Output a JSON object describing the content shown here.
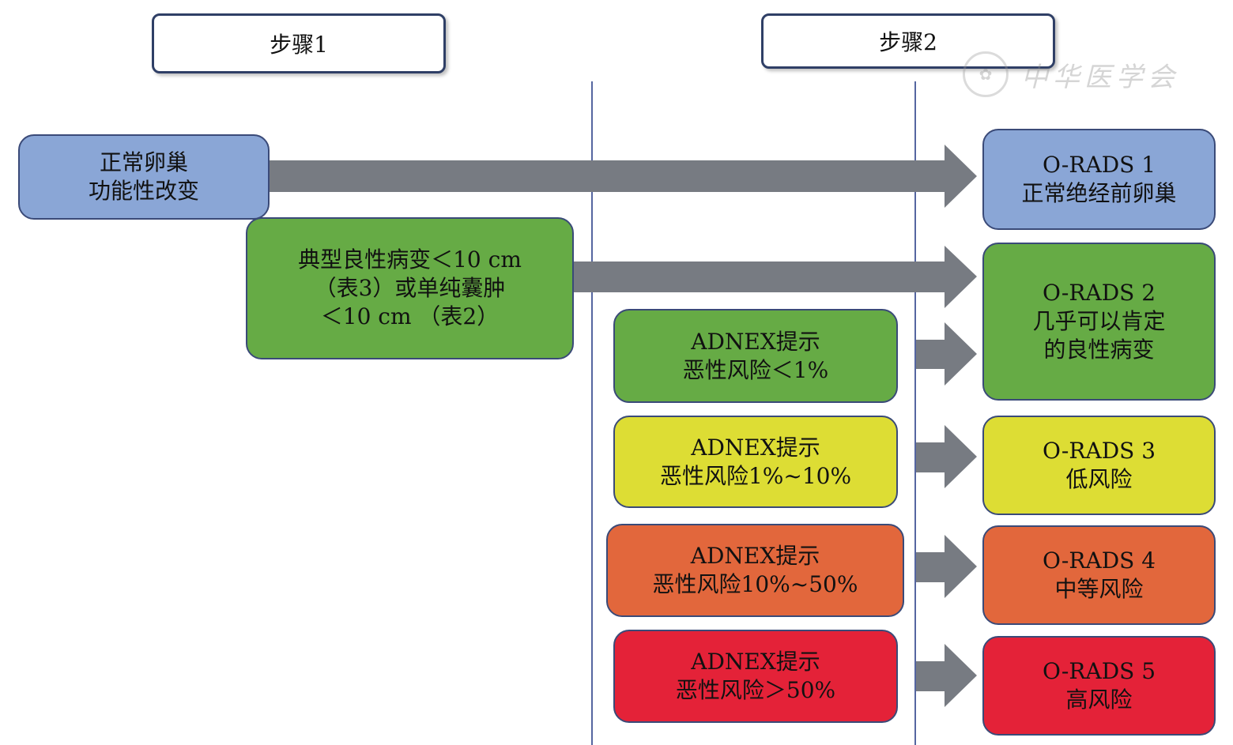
{
  "steps": {
    "step1": "步骤1",
    "step2": "步骤2"
  },
  "watermark": {
    "text": "中华医学会"
  },
  "left": {
    "normal": {
      "line1": "正常卵巢",
      "line2": "功能性改变"
    },
    "benign": {
      "line1": "典型良性病变＜10 cm",
      "line2": "（表3）或单纯囊肿",
      "line3": "＜10 cm （表2）"
    }
  },
  "adnex": [
    {
      "line1": "ADNEX提示",
      "line2": "恶性风险＜1%",
      "color": "#66ab45"
    },
    {
      "line1": "ADNEX提示",
      "line2": "恶性风险1%~10%",
      "color": "#dddd34"
    },
    {
      "line1": "ADNEX提示",
      "line2": "恶性风险10%~50%",
      "color": "#e2673c"
    },
    {
      "line1": "ADNEX提示",
      "line2": "恶性风险＞50%",
      "color": "#e42238"
    }
  ],
  "orads": [
    {
      "line1": "O-RADS 1",
      "line2": "正常绝经前卵巢",
      "line3": "",
      "color": "#8aa6d6"
    },
    {
      "line1": "O-RADS 2",
      "line2": "几乎可以肯定",
      "line3": "的良性病变",
      "color": "#66ab45"
    },
    {
      "line1": "O-RADS 3",
      "line2": "低风险",
      "line3": "",
      "color": "#dddd34"
    },
    {
      "line1": "O-RADS 4",
      "line2": "中等风险",
      "line3": "",
      "color": "#e2673c"
    },
    {
      "line1": "O-RADS 5",
      "line2": "高风险",
      "line3": "",
      "color": "#e42238"
    }
  ],
  "colors": {
    "arrow": "#777b82",
    "border": "#3a4a78",
    "divider": "#5566a0"
  }
}
